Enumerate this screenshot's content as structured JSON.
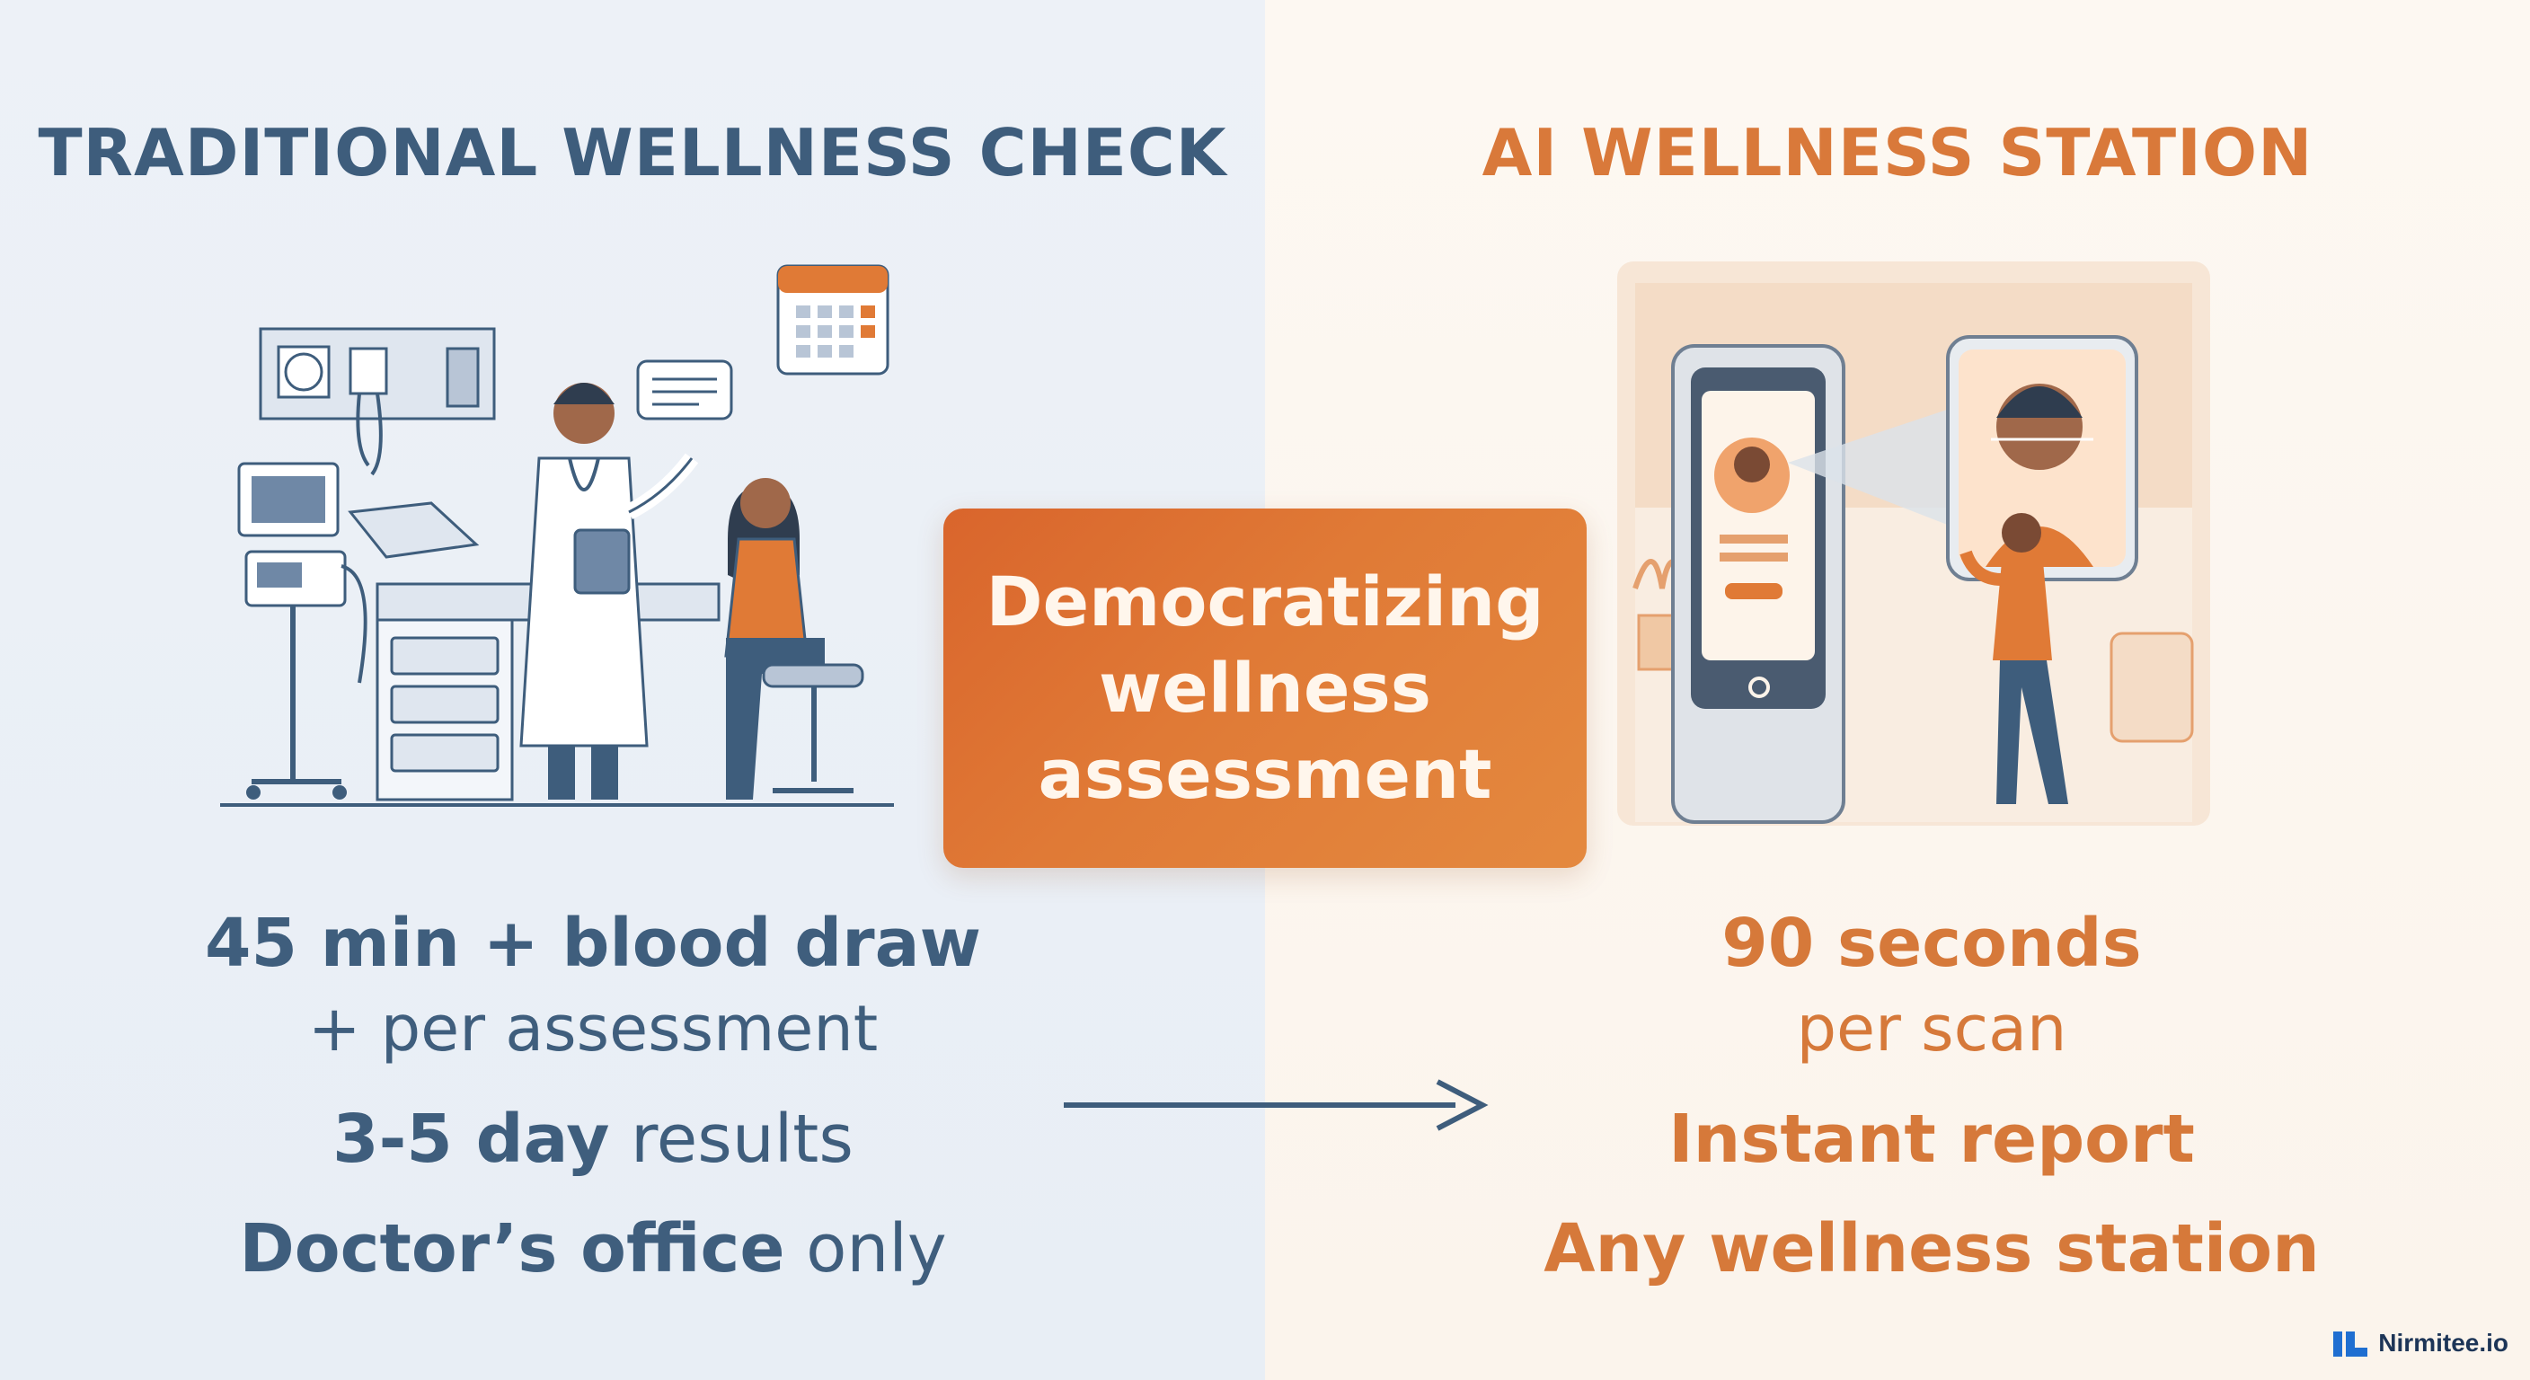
{
  "left": {
    "heading": "TRADITIONAL WELLNESS CHECK",
    "line1": "45 min + blood draw",
    "line2": "+ per assessment",
    "line3_bold": "3-5 day",
    "line3_rest": " results",
    "line4_bold": "Doctor’s office",
    "line4_rest": " only"
  },
  "right": {
    "heading": "AI WELLNESS STATION",
    "line1": "90 seconds",
    "line2": "per scan",
    "line3": "Instant report",
    "line4": "Any wellness station"
  },
  "center": {
    "badge": "Democratizing wellness assessment"
  },
  "brand": {
    "name": "Nirmitee.io"
  },
  "colors": {
    "slate": "#3e5d7c",
    "orange": "#d9793a"
  },
  "icons": {
    "left_illustration": "doctor-patient-exam-room",
    "right_illustration": "ai-kiosk-face-scan",
    "arrow": "arrow-right",
    "logo": "nirmitee-logo"
  }
}
